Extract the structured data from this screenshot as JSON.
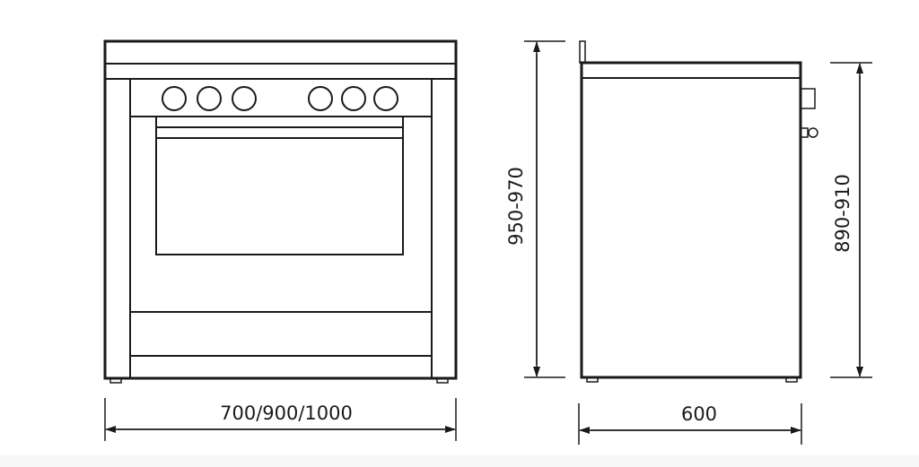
{
  "dimensions": {
    "width": "700/900/1000",
    "height_total": "950-970",
    "depth": "600",
    "height_worktop": "890-910"
  },
  "colors": {
    "line": "#1a1a1a",
    "background": "#ffffff"
  }
}
